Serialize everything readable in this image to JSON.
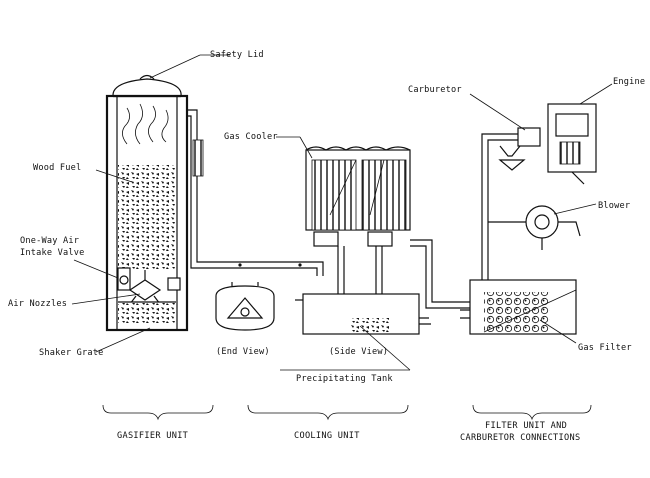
{
  "labels": {
    "safety_lid": "Safety Lid",
    "wood_fuel": "Wood Fuel",
    "one_way_valve_line1": "One-Way Air",
    "one_way_valve_line2": "Intake Valve",
    "air_nozzles": "Air Nozzles",
    "shaker_grate": "Shaker Grate",
    "gas_cooler": "Gas Cooler",
    "end_view": "(End View)",
    "side_view": "(Side View)",
    "precipitating_tank": "Precipitating Tank",
    "carburetor": "Carburetor",
    "engine": "Engine",
    "blower": "Blower",
    "gas_filter": "Gas Filter"
  },
  "sections": {
    "gasifier": "GASIFIER UNIT",
    "cooling": "COOLING UNIT",
    "filter_line1": "FILTER UNIT AND",
    "filter_line2": "CARBURETOR CONNECTIONS"
  },
  "colors": {
    "ink": "#111111",
    "paper": "#ffffff"
  }
}
